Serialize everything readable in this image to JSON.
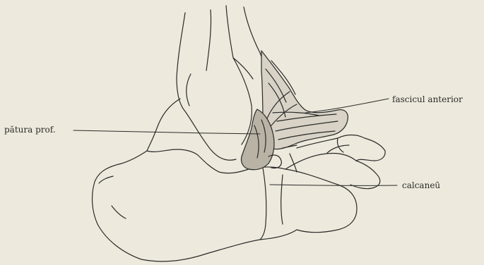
{
  "labels": {
    "patura": "pătura prof.",
    "fascicul": "fascicul anterior",
    "calcaneu": "calcaneū"
  },
  "colors": {
    "paper": "#ede9dc",
    "ink": "#2a2a2a",
    "ligament_fill": "#d8d3c6"
  }
}
